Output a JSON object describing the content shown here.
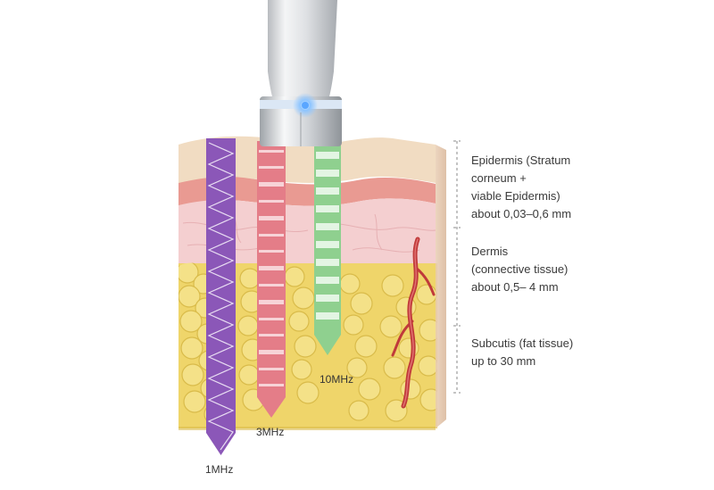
{
  "layers": [
    {
      "id": "epidermis",
      "lines": [
        "Epidermis (Stratum",
        "corneum +",
        "viable Epidermis)",
        "about 0,03–0,6 mm"
      ]
    },
    {
      "id": "dermis",
      "lines": [
        "Dermis",
        "(connective tissue)",
        "about 0,5– 4 mm"
      ]
    },
    {
      "id": "subcutis",
      "lines": [
        "Subcutis (fat tissue)",
        "up to 30 mm"
      ]
    }
  ],
  "probes": [
    {
      "id": "1mhz",
      "label": "1MHz",
      "color": "#8b57b8"
    },
    {
      "id": "3mhz",
      "label": "3MHz",
      "color": "#e47d88"
    },
    {
      "id": "10mhz",
      "label": "10MHz",
      "color": "#8fd08f"
    }
  ],
  "colors": {
    "epidermis": "#f1dcc2",
    "epidermis_red": "#e99a92",
    "dermis": "#f4cfd0",
    "fat": "#efd56a",
    "vessel": "#c03a3a",
    "device": "#d9dbde",
    "led": "#5aa6ff"
  }
}
